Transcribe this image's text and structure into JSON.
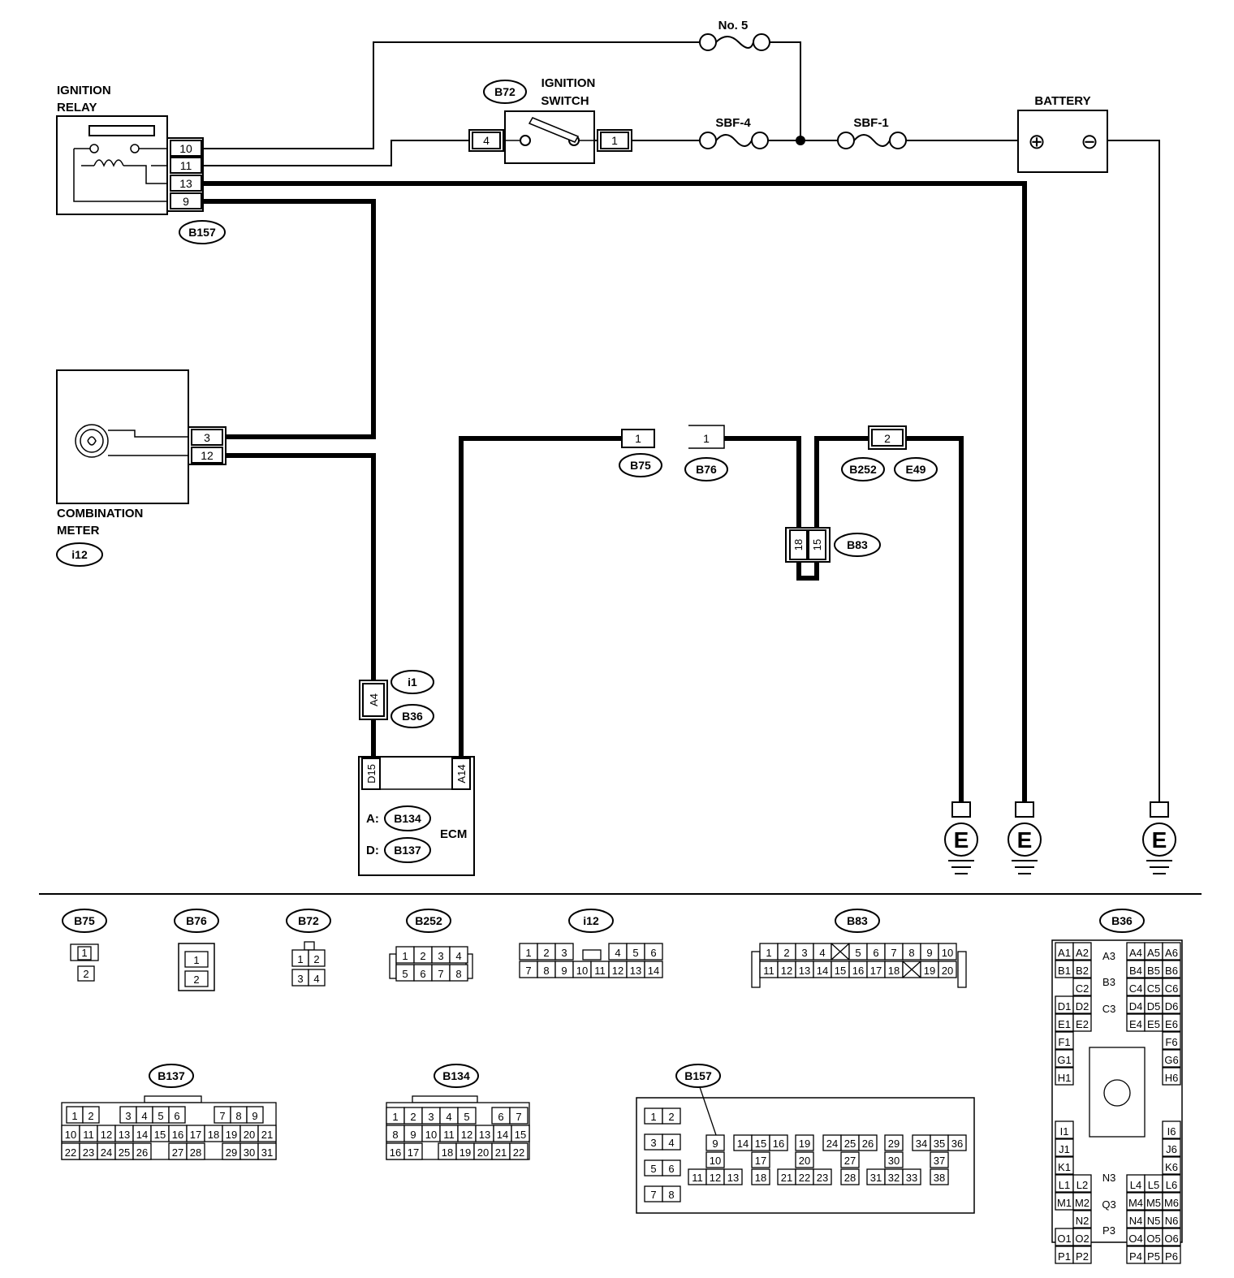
{
  "components": {
    "ignition_relay": {
      "label_line1": "IGNITION",
      "label_line2": "RELAY",
      "connector": "B157",
      "pins": [
        "10",
        "11",
        "13",
        "9"
      ]
    },
    "fuse_no5": {
      "label": "No. 5"
    },
    "ignition_switch": {
      "connector": "B72",
      "label_line1": "IGNITION",
      "label_line2": "SWITCH",
      "pin_left": "4",
      "pin_right": "1"
    },
    "sbf4": {
      "label": "SBF-4"
    },
    "sbf1": {
      "label": "SBF-1"
    },
    "battery": {
      "label": "BATTERY",
      "plus": "⊕",
      "minus": "⊖"
    },
    "combination_meter": {
      "label_line1": "COMBINATION",
      "label_line2": "METER",
      "connector": "i12",
      "pins": [
        "3",
        "12"
      ]
    },
    "b75": {
      "pin": "1",
      "tag": "B75"
    },
    "b76": {
      "pin": "1",
      "tag": "B76"
    },
    "b252": {
      "pin": "2",
      "tag1": "B252",
      "tag2": "E49"
    },
    "b83": {
      "pins": [
        "18",
        "15"
      ],
      "tag": "B83"
    },
    "i1_b36": {
      "pin": "A4",
      "tag1": "i1",
      "tag2": "B36"
    },
    "ecm": {
      "label": "ECM",
      "pin_left": "D15",
      "pin_right": "A14",
      "a_label": "A:",
      "a_conn": "B134",
      "d_label": "D:",
      "d_conn": "B137"
    },
    "grounds": [
      "E",
      "E",
      "E"
    ]
  },
  "connectors": {
    "b75": {
      "tag": "B75",
      "pins": [
        "1",
        "2"
      ]
    },
    "b76": {
      "tag": "B76",
      "pins": [
        "1",
        "2"
      ]
    },
    "b72": {
      "tag": "B72",
      "pins": [
        "1",
        "2",
        "3",
        "4"
      ]
    },
    "b252": {
      "tag": "B252",
      "pins": [
        "1",
        "2",
        "3",
        "4",
        "5",
        "6",
        "7",
        "8"
      ]
    },
    "i12": {
      "tag": "i12",
      "row1": [
        "1",
        "2",
        "3",
        "4",
        "5",
        "6"
      ],
      "row2": [
        "7",
        "8",
        "9",
        "10",
        "11",
        "12",
        "13",
        "14"
      ]
    },
    "b83": {
      "tag": "B83",
      "row1": [
        "1",
        "2",
        "3",
        "4",
        "5",
        "6",
        "7",
        "8",
        "9",
        "10"
      ],
      "row2": [
        "11",
        "12",
        "13",
        "14",
        "15",
        "16",
        "17",
        "18",
        "19",
        "20"
      ]
    },
    "b36": {
      "tag": "B36",
      "left": [
        "A1",
        "A2",
        "B1",
        "B2",
        "C2",
        "D1",
        "D2",
        "E1",
        "E2",
        "F1",
        "G1",
        "H1",
        "I1",
        "J1",
        "K1",
        "L1",
        "L2",
        "M1",
        "M2",
        "N2",
        "O1",
        "O2",
        "P1",
        "P2"
      ],
      "right": [
        "A4",
        "A5",
        "A6",
        "B4",
        "B5",
        "B6",
        "C4",
        "C5",
        "C6",
        "D4",
        "D5",
        "D6",
        "E4",
        "E5",
        "E6",
        "F6",
        "G6",
        "H6",
        "I6",
        "J6",
        "K6",
        "L4",
        "L5",
        "L6",
        "M4",
        "M5",
        "M6",
        "N4",
        "N5",
        "N6",
        "O4",
        "O5",
        "O6",
        "P4",
        "P5",
        "P6"
      ],
      "center": [
        "A3",
        "B3",
        "C3",
        "N3",
        "Q3",
        "P3"
      ]
    },
    "b137": {
      "tag": "B137",
      "row1": [
        "1",
        "2",
        "3",
        "4",
        "5",
        "6",
        "7",
        "8",
        "9"
      ],
      "row2": [
        "10",
        "11",
        "12",
        "13",
        "14",
        "15",
        "16",
        "17",
        "18",
        "19",
        "20",
        "21"
      ],
      "row3": [
        "22",
        "23",
        "24",
        "25",
        "26",
        "27",
        "28",
        "29",
        "30",
        "31"
      ]
    },
    "b134": {
      "tag": "B134",
      "row1": [
        "1",
        "2",
        "3",
        "4",
        "5",
        "6",
        "7"
      ],
      "row2": [
        "8",
        "9",
        "10",
        "11",
        "12",
        "13",
        "14",
        "15"
      ],
      "row3": [
        "16",
        "17",
        "18",
        "19",
        "20",
        "21",
        "22"
      ]
    },
    "b157": {
      "tag": "B157",
      "pins": [
        "1",
        "2",
        "3",
        "4",
        "5",
        "6",
        "7",
        "8",
        "9",
        "10",
        "11",
        "12",
        "13",
        "14",
        "15",
        "16",
        "17",
        "18",
        "19",
        "20",
        "21",
        "22",
        "23",
        "24",
        "25",
        "26",
        "27",
        "28",
        "29",
        "30",
        "31",
        "32",
        "33",
        "34",
        "35",
        "36",
        "37",
        "38"
      ]
    }
  }
}
